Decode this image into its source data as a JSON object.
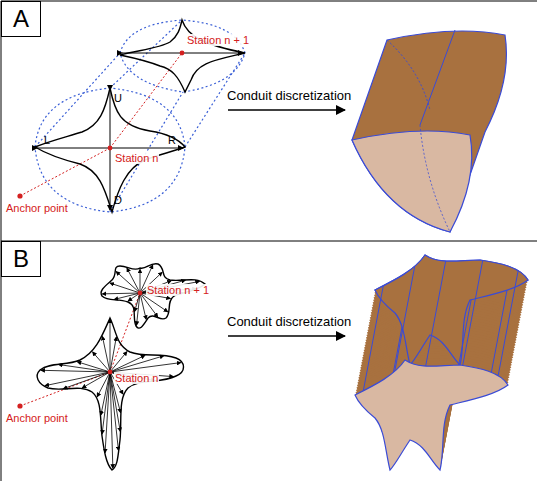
{
  "diagram": {
    "nodes": [
      {
        "text": [
          "A"
        ]
      },
      {
        "text": [
          "B"
        ]
      }
    ],
    "labels": [
      "Station n + 1",
      "Station n",
      "U",
      "L",
      "R",
      "D",
      "Anchor point",
      "Conduit discretization",
      "Station n + 1",
      "Station n",
      "Anchor point",
      "Conduit discretization"
    ]
  }
}
